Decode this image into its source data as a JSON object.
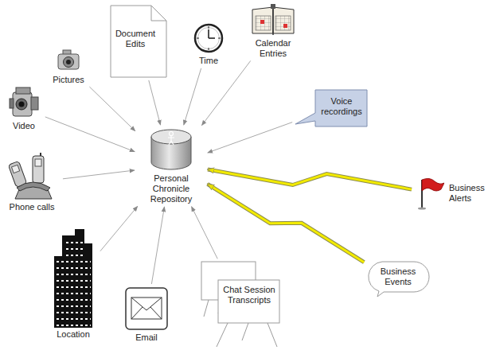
{
  "diagram": {
    "nodes": [
      {
        "text": [
          "Document Edits"
        ]
      },
      {
        "text": [
          "Time"
        ]
      },
      {
        "text": [
          "Calendar Entries"
        ]
      },
      {
        "text": [
          "Pictures"
        ]
      },
      {
        "text": [
          "Video"
        ]
      },
      {
        "text": [
          "Voice recordings"
        ]
      },
      {
        "text": [
          "Personal Chronicle Repository"
        ]
      },
      {
        "text": [
          "Phone calls"
        ]
      },
      {
        "text": [
          "Business Alerts"
        ]
      },
      {
        "text": [
          "Business Events"
        ]
      },
      {
        "text": [
          "Location"
        ]
      },
      {
        "text": [
          "Email"
        ]
      },
      {
        "text": [
          "Chat Session Transcripts"
        ]
      }
    ],
    "edges": [
      {
        "from": 0,
        "to": 6,
        "arrow": "to"
      },
      {
        "from": 1,
        "to": 6,
        "arrow": "to"
      },
      {
        "from": 2,
        "to": 6,
        "arrow": "to"
      },
      {
        "from": 3,
        "to": 6,
        "arrow": "to"
      },
      {
        "from": 4,
        "to": 6,
        "arrow": "to"
      },
      {
        "from": 5,
        "to": 6,
        "arrow": "to"
      },
      {
        "from": 7,
        "to": 6,
        "arrow": "to"
      },
      {
        "from": 8,
        "to": 6,
        "arrow": "to"
      },
      {
        "from": 9,
        "to": 6,
        "arrow": "to"
      },
      {
        "from": 10,
        "to": 6,
        "arrow": "to"
      },
      {
        "from": 11,
        "to": 6,
        "arrow": "to"
      },
      {
        "from": 12,
        "to": 6,
        "arrow": "to"
      }
    ]
  }
}
